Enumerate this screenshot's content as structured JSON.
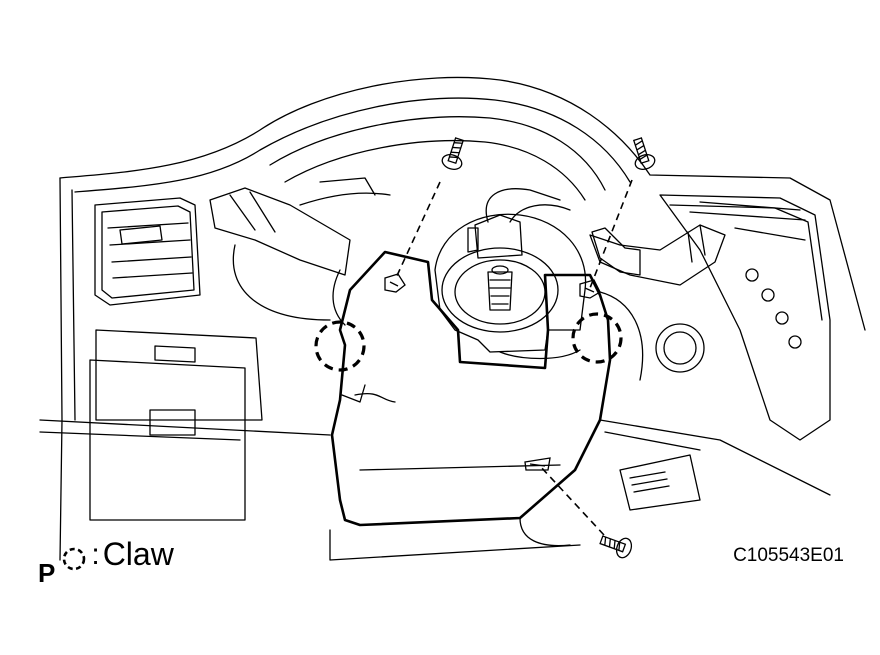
{
  "legend": {
    "letter": "P",
    "label": "Claw"
  },
  "figure_id": "C105543E01",
  "colors": {
    "line": "#000000",
    "background": "#ffffff"
  },
  "icons": {
    "claw_marker": "dashed-circle-icon",
    "screw": "screw-icon"
  }
}
